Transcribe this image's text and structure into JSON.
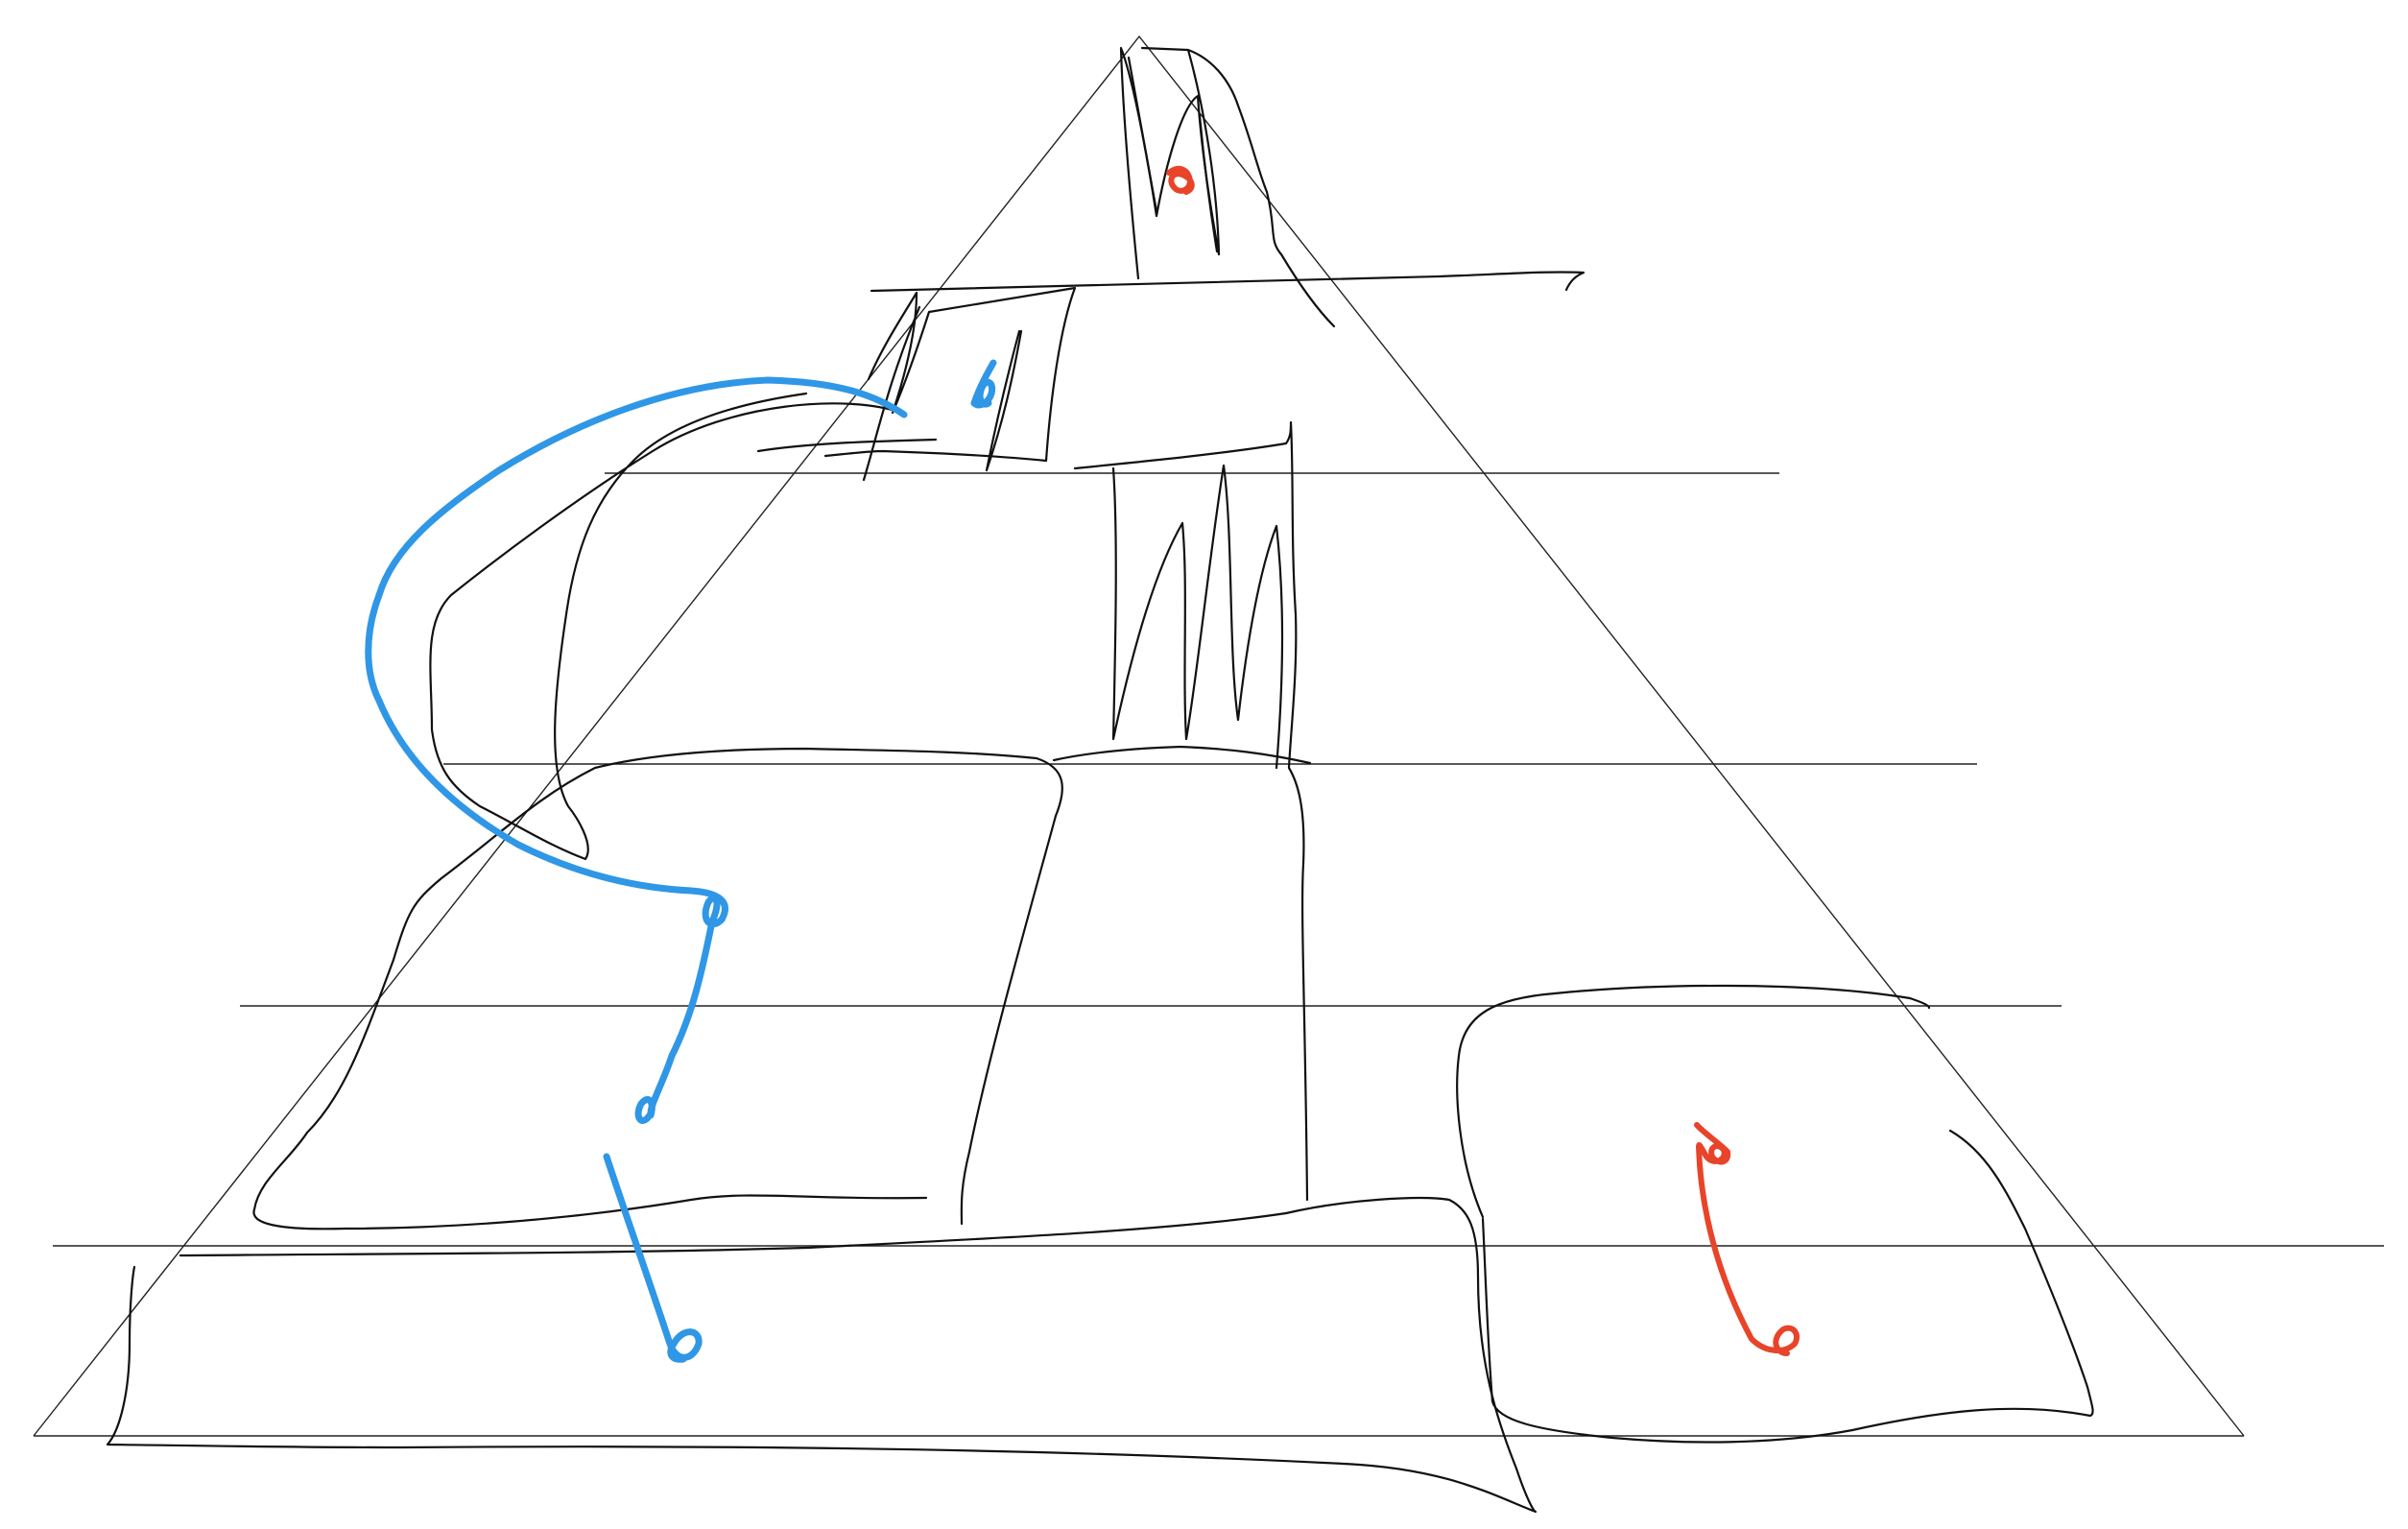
{
  "drawing": {
    "kind": "hand-drawn sketch",
    "colors": {
      "background": "#ffffff",
      "ink": "#111111",
      "guide": "#222222",
      "blue": "#2f97e6",
      "red": "#e8442a"
    },
    "elements": [
      "pyramid-outline",
      "horizontal-guide-lines",
      "stepped-block-sketch",
      "blue-path",
      "red-path-top",
      "red-path-bottom-right"
    ]
  }
}
